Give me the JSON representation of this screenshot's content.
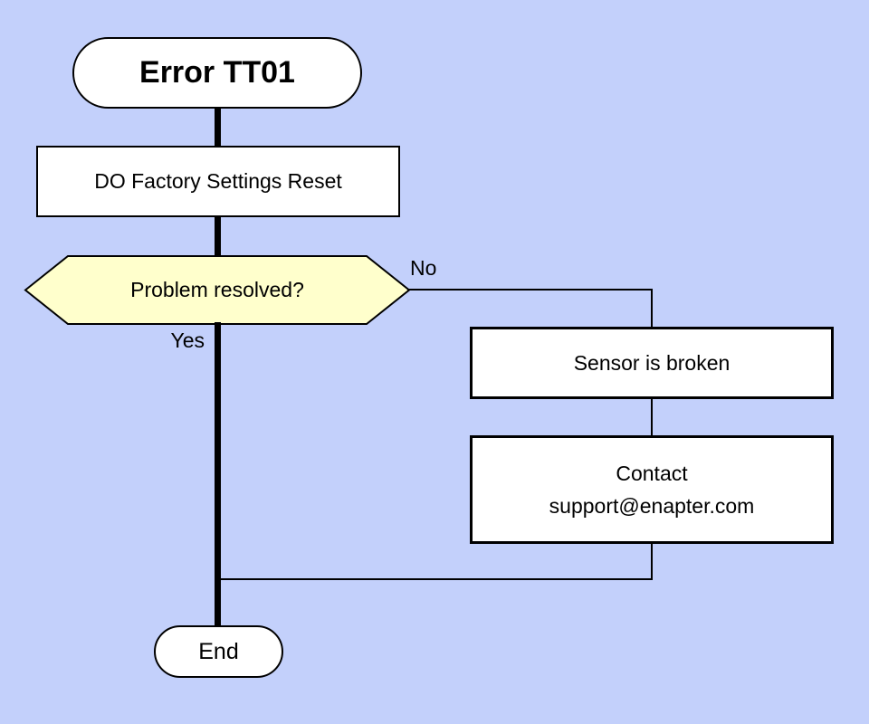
{
  "colors": {
    "background": "#C3D0FB",
    "node_fill": "#FFFFFF",
    "decision_fill": "#FFFFCC",
    "line": "#000000",
    "text": "#000000"
  },
  "nodes": {
    "start": "Error TT01",
    "process": "DO Factory Settings Reset",
    "decision": "Problem resolved?",
    "outcome": "Sensor is broken",
    "contact": {
      "line1": "Contact",
      "line2": "support@enapter.com"
    },
    "end": "End"
  },
  "branch_labels": {
    "no": "No",
    "yes": "Yes"
  }
}
